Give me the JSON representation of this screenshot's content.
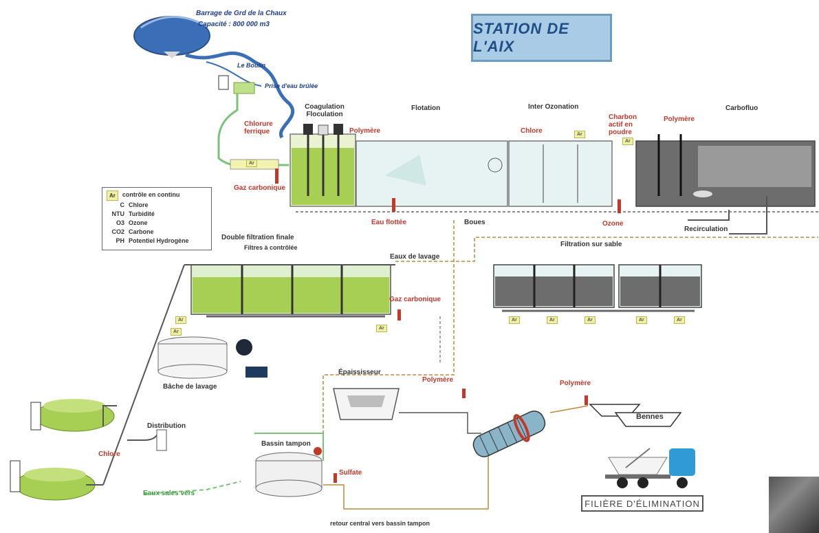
{
  "title": "STATION DE L'AIX",
  "dam_label": "Barrage de Grd de la Chaux",
  "dam_capacity": "Capacité : 800 000 m3",
  "river_label": "Le Boulin",
  "intake_label": "Prise d'eau brûlée",
  "stages": {
    "coagulation": "Coagulation Floculation",
    "flotation": "Flotation",
    "inter_ozonation": "Inter Ozonation",
    "carbofluo": "Carbofluo",
    "double_filtration": "Double filtration finale",
    "double_filtration_sub": "Filtres à contrôlée",
    "filtration_sable": "Filtration sur sable",
    "bache_lavage": "Bâche de lavage",
    "distribution": "Distribution",
    "bassin_tampon": "Bassin tampon",
    "epaississeur": "Épaississeur",
    "bennes": "Bennes",
    "filiere": "FILIÈRE D'ÉLIMINATION"
  },
  "reagents": {
    "chlorure_ferrique": "Chlorure ferrique",
    "polymere_1": "Polymère",
    "chlorure_2": "Chlore",
    "gaz_carbonique_1": "Gaz carbonique",
    "eau_flottee": "Eau flottée",
    "boues": "Boues",
    "ozone": "Ozone",
    "charbon_actif": "Charbon actif en poudre",
    "polymere_2": "Polymère",
    "recirculation": "Recirculation",
    "eaux_lavage": "Eaux de lavage",
    "gaz_carbonique_2": "Gaz carbonique",
    "chlore_3": "Chlore",
    "polymere_3": "Polymère",
    "polymere_4": "Polymère",
    "sulfate": "Sulfate",
    "eaux_sales": "Eaux sales vers",
    "retour": "retour central vers bassin tampon"
  },
  "legend": {
    "header_badge": "Ar",
    "header_text": "contrôle en continu",
    "items": [
      {
        "code": "C",
        "text": "Chlore"
      },
      {
        "code": "NTU",
        "text": "Turbidité"
      },
      {
        "code": "O3",
        "text": "Ozone"
      },
      {
        "code": "CO2",
        "text": "Carbone"
      },
      {
        "code": "PH",
        "text": "Potentiel Hydrogène"
      }
    ]
  },
  "sensor_badge": "Ar",
  "colors": {
    "green_water": "#a7cf54",
    "grey_water": "#6d6d6d",
    "pale_water": "#e6f3f2",
    "pipe_green": "#7ac17a",
    "pipe_grey": "#555555",
    "pipe_brown": "#b98a3a",
    "title_bg": "#a9cbe6",
    "title_text": "#1e4e86",
    "red_label": "#c0392b",
    "river": "#3a6fb8"
  }
}
